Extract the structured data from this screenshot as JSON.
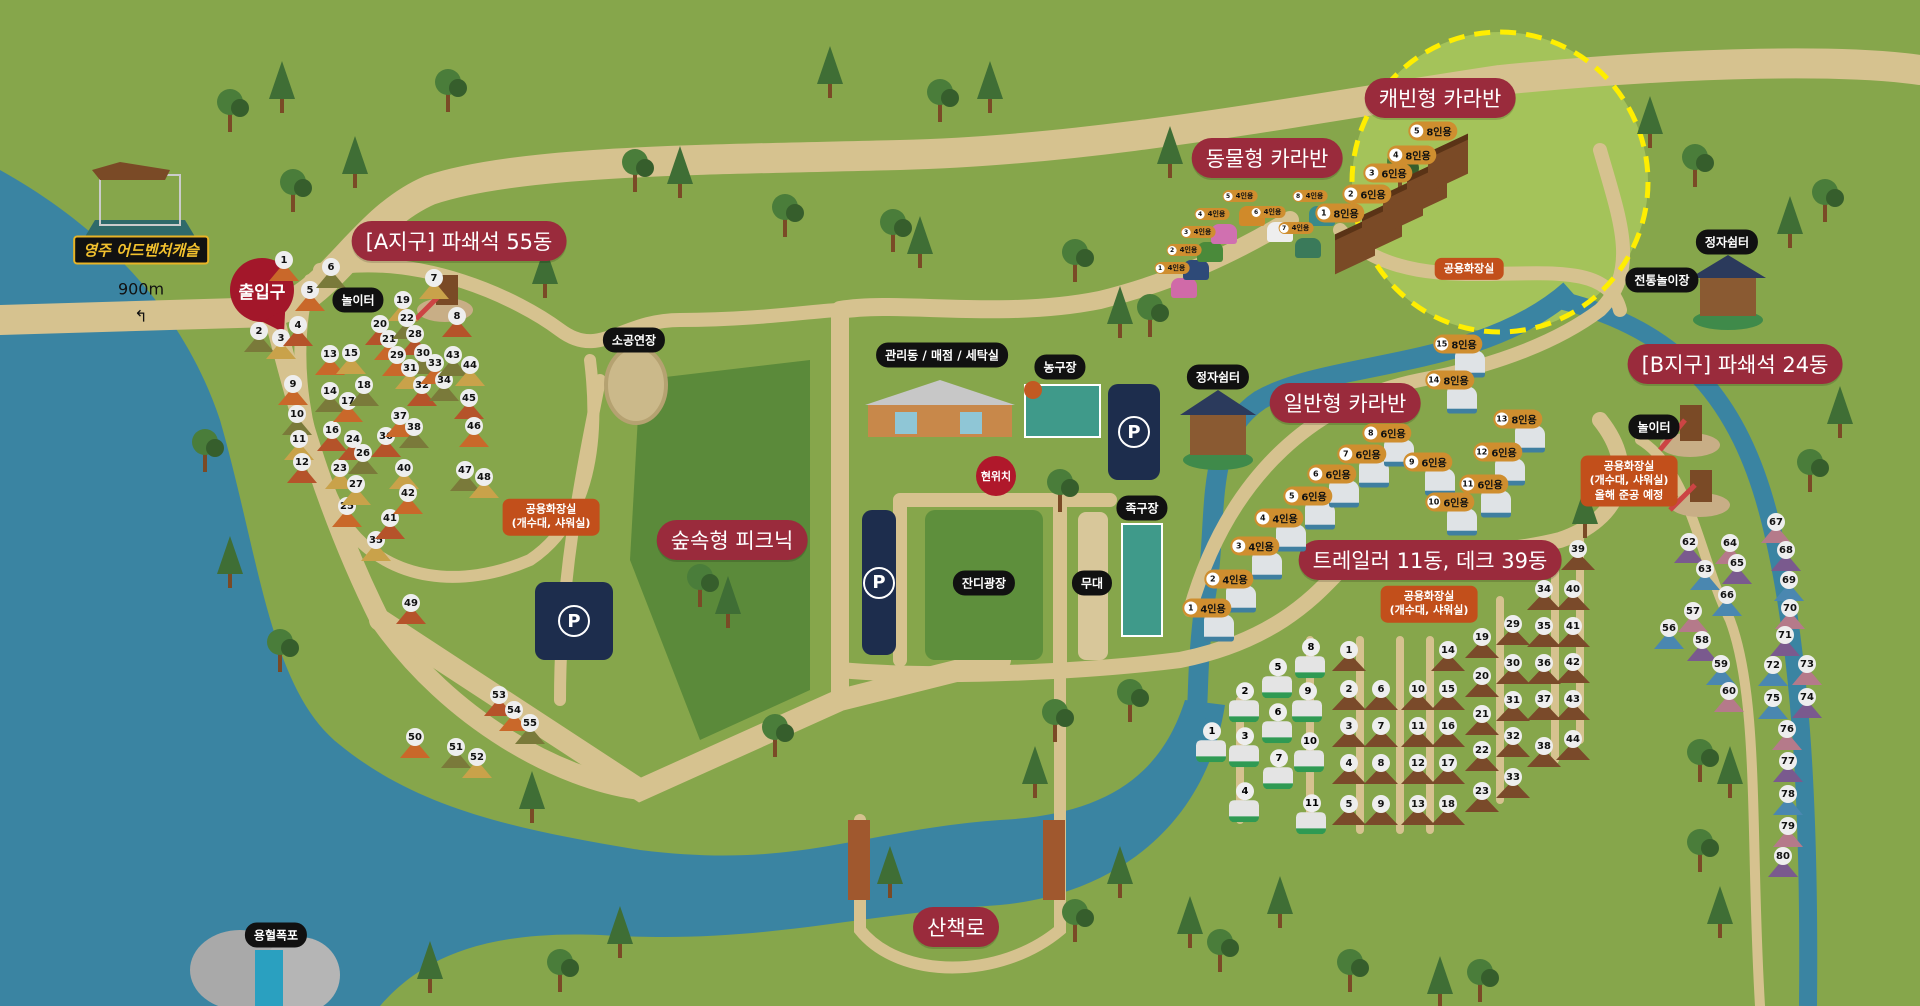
{
  "logo": {
    "text": "영주 어드벤처캐슬",
    "subtitle": "YEONGJU ADVENTURE CASTLE",
    "distance": "900m"
  },
  "entrance": "출입구",
  "current_location": "현위치",
  "zones": {
    "a_zone": "[A지구] 파쇄석 55동",
    "b_zone": "[B지구] 파쇄석 24동",
    "animal_caravan": "동물형 카라반",
    "cabin_caravan": "캐빈형 카라반",
    "general_caravan": "일반형 카라반",
    "trailer_deck": "트레일러 11동, 데크 39동",
    "forest_picnic": "숲속형 피크닉",
    "trail": "산책로"
  },
  "facilities": {
    "playground_a": "놀이터",
    "playground_b": "놀이터",
    "small_stage": "소공연장",
    "admin": "관리동 / 매점 / 세탁실",
    "basketball": "농구장",
    "pavilion_mid": "정자쉼터",
    "pavilion_right": "정자쉼터",
    "traditional_play": "전통놀이장",
    "foot_volleyball": "족구장",
    "lawn_plaza": "잔디광장",
    "stage": "무대",
    "waterfall": "용혈폭포",
    "parking": "P"
  },
  "restrooms": {
    "a_zone": [
      "공용화장실",
      "(개수대, 샤워실)"
    ],
    "cabin": [
      "공용화장실"
    ],
    "trailer": [
      "공용화장실",
      "(개수대, 샤워실)"
    ],
    "b_zone": [
      "공용화장실",
      "(개수대, 샤워실)",
      "올해 준공 예정"
    ]
  },
  "a_zone_sites": [
    "1",
    "2",
    "3",
    "4",
    "5",
    "6",
    "7",
    "8",
    "9",
    "10",
    "11",
    "12",
    "13",
    "14",
    "15",
    "16",
    "17",
    "18",
    "19",
    "20",
    "21",
    "22",
    "23",
    "24",
    "25",
    "26",
    "27",
    "28",
    "29",
    "30",
    "31",
    "32",
    "33",
    "34",
    "35",
    "36",
    "37",
    "38",
    "40",
    "41",
    "42",
    "43",
    "44",
    "45",
    "46",
    "47",
    "48",
    "49",
    "50",
    "51",
    "52",
    "53",
    "54",
    "55"
  ],
  "b_zone_sites": [
    "56",
    "57",
    "58",
    "59",
    "60",
    "62",
    "63",
    "64",
    "65",
    "66",
    "67",
    "68",
    "69",
    "70",
    "71",
    "72",
    "73",
    "74",
    "75",
    "76",
    "77",
    "78",
    "79",
    "80"
  ],
  "deck_sites": [
    "1",
    "2",
    "3",
    "4",
    "5",
    "6",
    "7",
    "8",
    "9",
    "10",
    "11",
    "12",
    "13",
    "14",
    "15",
    "16",
    "17",
    "18",
    "19",
    "20",
    "21",
    "22",
    "23",
    "29",
    "30",
    "31",
    "32",
    "33",
    "34",
    "35",
    "36",
    "37",
    "38",
    "39",
    "40",
    "41",
    "42",
    "43",
    "44"
  ],
  "trailers": [
    "1",
    "2",
    "3",
    "4",
    "5",
    "6",
    "7",
    "8",
    "9",
    "10",
    "11"
  ],
  "cabin_caravans": [
    {
      "n": "1",
      "cap": "8인용"
    },
    {
      "n": "2",
      "cap": "6인용"
    },
    {
      "n": "3",
      "cap": "6인용"
    },
    {
      "n": "4",
      "cap": "8인용"
    },
    {
      "n": "5",
      "cap": "8인용"
    }
  ],
  "animal_caravans": [
    {
      "n": "1",
      "cap": "4인용"
    },
    {
      "n": "2",
      "cap": "4인용"
    },
    {
      "n": "3",
      "cap": "4인용"
    },
    {
      "n": "4",
      "cap": "4인용"
    },
    {
      "n": "5",
      "cap": "4인용"
    },
    {
      "n": "6",
      "cap": "4인용"
    },
    {
      "n": "7",
      "cap": "4인용"
    },
    {
      "n": "8",
      "cap": "4인용"
    }
  ],
  "general_caravans": [
    {
      "n": "1",
      "cap": "4인용"
    },
    {
      "n": "2",
      "cap": "4인용"
    },
    {
      "n": "3",
      "cap": "4인용"
    },
    {
      "n": "4",
      "cap": "4인용"
    },
    {
      "n": "5",
      "cap": "6인용"
    },
    {
      "n": "6",
      "cap": "6인용"
    },
    {
      "n": "7",
      "cap": "6인용"
    },
    {
      "n": "8",
      "cap": "6인용"
    },
    {
      "n": "9",
      "cap": "6인용"
    },
    {
      "n": "10",
      "cap": "6인용"
    },
    {
      "n": "11",
      "cap": "6인용"
    },
    {
      "n": "12",
      "cap": "6인용"
    },
    {
      "n": "13",
      "cap": "8인용"
    },
    {
      "n": "14",
      "cap": "8인용"
    },
    {
      "n": "15",
      "cap": "8인용"
    }
  ],
  "colors": {
    "grass": "#86a64b",
    "road": "#d6c28f",
    "water": "#3a84a2",
    "zone_label": "#9a2b3c",
    "highlight": "#ffee00"
  }
}
